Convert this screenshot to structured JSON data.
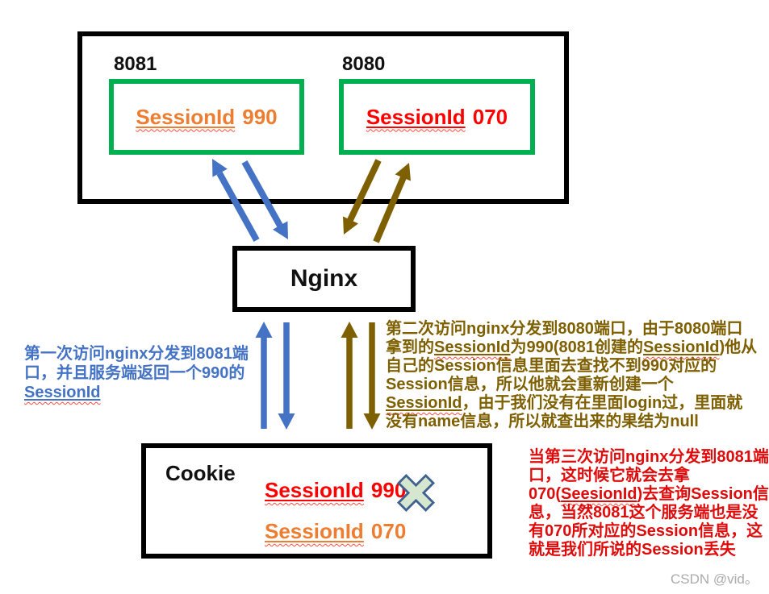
{
  "colors": {
    "blue": "#4472C4",
    "olive": "#7F6000",
    "green": "#00B050",
    "orange": "#ED7D31",
    "red": "#FF0000",
    "noteRed": "#DF0B0B",
    "wavy": "#FF4A3F",
    "watermark": "#ABABAB",
    "crossFill": "#D6E7CF",
    "crossStroke": "#41618E"
  },
  "diagram": {
    "servers_panel": {
      "left_server": {
        "port": "8081",
        "session_label": "SessionId",
        "session_value": "990"
      },
      "right_server": {
        "port": "8080",
        "session_label": "SessionId",
        "session_value": "070"
      }
    },
    "nginx": {
      "label": "Nginx"
    },
    "cookie_panel": {
      "title": "Cookie",
      "entry_crossed": {
        "session_label": "SessionId",
        "session_value": "990"
      },
      "entry_active": {
        "session_label": "SessionId",
        "session_value": "070"
      },
      "crossed_icon": "x-cross"
    },
    "arrows": [
      "blue-up-8081",
      "blue-down-nginx",
      "olive-down-nginx",
      "olive-up-8080",
      "blue-up-nginx",
      "blue-down-cookie",
      "olive-up-nginx",
      "olive-down-cookie"
    ]
  },
  "notes": {
    "first_visit": {
      "s0": "第一次访问nginx分发到8081端口，并且服务端返回一个990的",
      "s1": "SessionId"
    },
    "second_visit": {
      "s0": "第二次访问nginx分发到8080端口，由于8080端口拿到的",
      "s1": "SessionId",
      "s2": "为990(8081创建的",
      "s3": "SessionId",
      "s4": ")他从自己的Session信息里面去查找不到990对应的Session信息，所以他就会重新创建一个",
      "s5": "SessionId",
      "s6": "，由于我们没有在里面login过，里面就没有name信息，所以就查出来的果结为null"
    },
    "third_visit": {
      "s0": "当第三次访问nginx分发到8081端口，这时候它就会去拿070(",
      "s1": "SeesionId",
      "s2": ")去查询Session信息，当然8081这个服务端也是没有070所对应的Session信息，这就是我们所说的Session丢失"
    }
  },
  "watermark": "CSDN @vid。"
}
